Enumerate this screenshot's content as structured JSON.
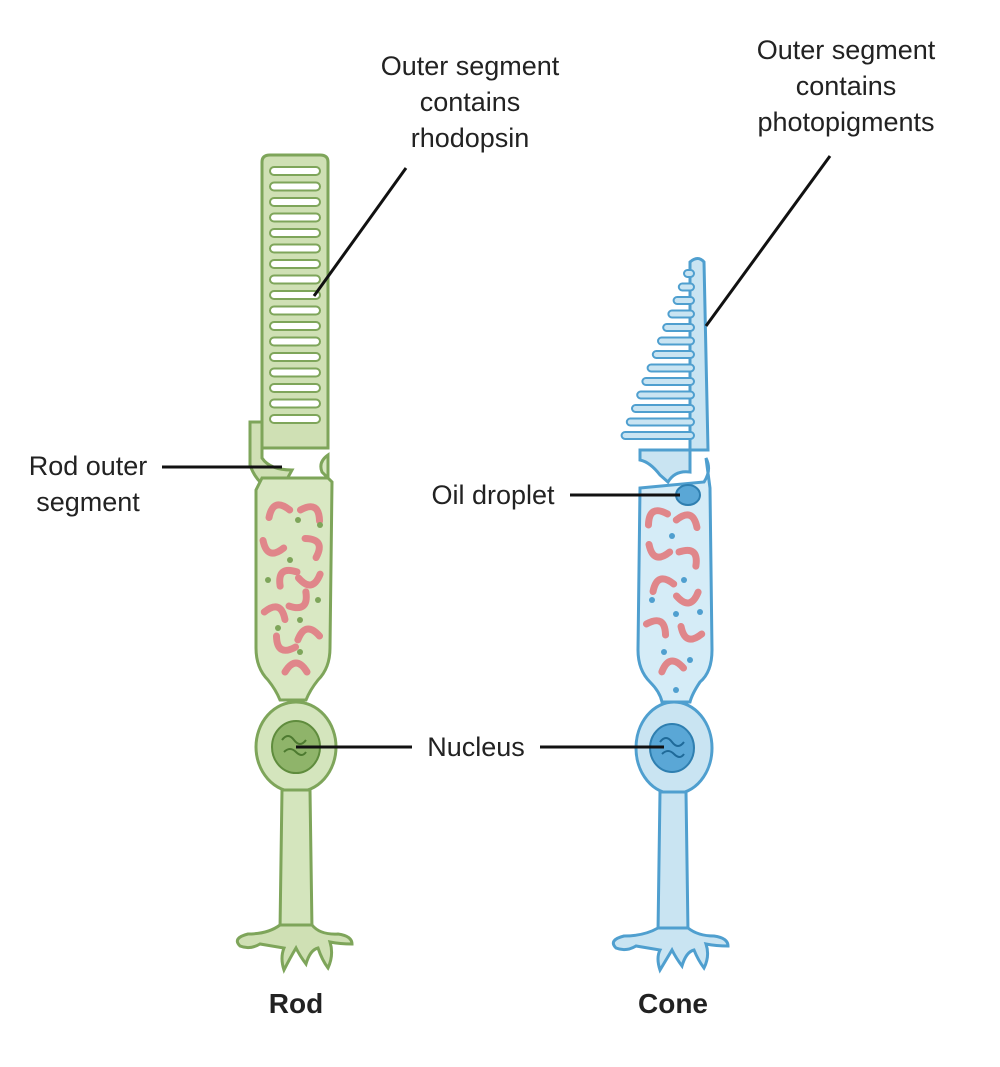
{
  "colors": {
    "rod_fill": "#cfe0b4",
    "rod_stroke": "#7ea55a",
    "rod_dark": "#5f8c3d",
    "cone_fill": "#c9e4f2",
    "cone_stroke": "#4f9fcf",
    "cone_dark": "#2f7fb0",
    "mitochondria": "#e0868a",
    "leader_line": "#111111"
  },
  "labels": {
    "rod_outer_segment_pigment_line1": "Outer segment",
    "rod_outer_segment_pigment_line2": "contains",
    "rod_outer_segment_pigment_line3": "rhodopsin",
    "cone_outer_segment_pigment_line1": "Outer segment",
    "cone_outer_segment_pigment_line2": "contains",
    "cone_outer_segment_pigment_line3": "photopigments",
    "rod_outer_segment_line1": "Rod outer",
    "rod_outer_segment_line2": "segment",
    "oil_droplet": "Oil droplet",
    "nucleus": "Nucleus"
  },
  "titles": {
    "rod": "Rod",
    "cone": "Cone"
  }
}
